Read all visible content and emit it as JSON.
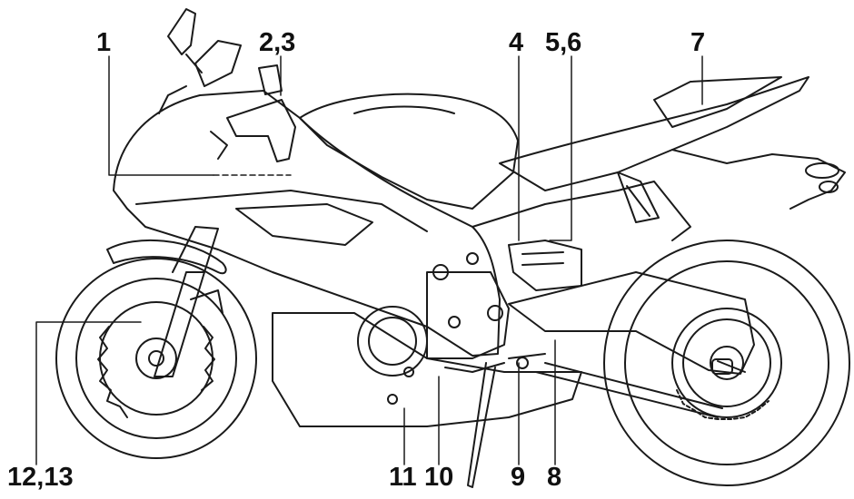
{
  "diagram": {
    "callouts": [
      {
        "id": "c1",
        "label": "1"
      },
      {
        "id": "c23",
        "label": "2,3"
      },
      {
        "id": "c4",
        "label": "4"
      },
      {
        "id": "c56",
        "label": "5,6"
      },
      {
        "id": "c7",
        "label": "7"
      },
      {
        "id": "c1213",
        "label": "12,13"
      },
      {
        "id": "c11",
        "label": "11"
      },
      {
        "id": "c10",
        "label": "10"
      },
      {
        "id": "c9",
        "label": "9"
      },
      {
        "id": "c8",
        "label": "8"
      }
    ],
    "line_color": "#1a1a1a",
    "background": "#ffffff"
  }
}
